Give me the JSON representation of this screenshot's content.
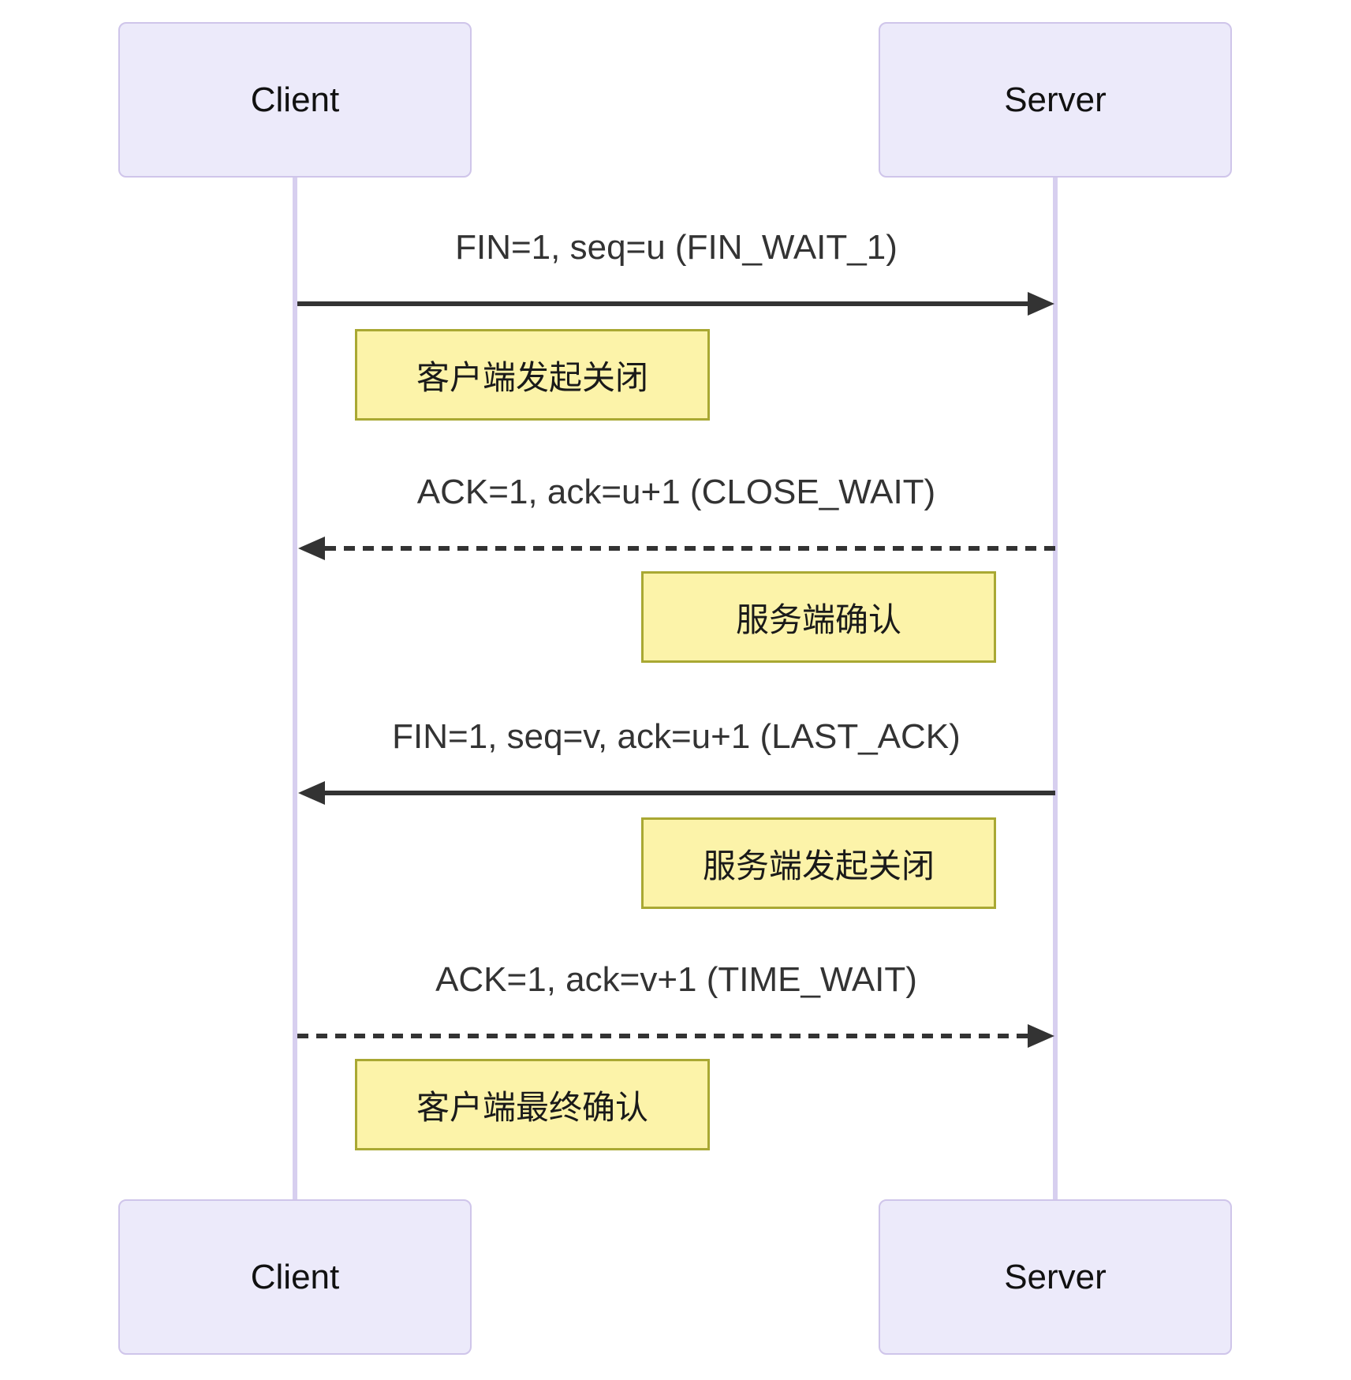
{
  "diagram": {
    "kind": "sequence-diagram",
    "subject": "TCP connection close (four-way handshake) states"
  },
  "actors": {
    "client": {
      "label": "Client"
    },
    "server": {
      "label": "Server"
    }
  },
  "messages": [
    {
      "from": "Client",
      "to": "Server",
      "line": "solid",
      "direction": "right",
      "label": "FIN=1, seq=u (FIN_WAIT_1)"
    },
    {
      "from": "Server",
      "to": "Client",
      "line": "dashed",
      "direction": "left",
      "label": "ACK=1, ack=u+1 (CLOSE_WAIT)"
    },
    {
      "from": "Server",
      "to": "Client",
      "line": "solid",
      "direction": "left",
      "label": "FIN=1, seq=v, ack=u+1 (LAST_ACK)"
    },
    {
      "from": "Client",
      "to": "Server",
      "line": "dashed",
      "direction": "right",
      "label": "ACK=1, ack=v+1 (TIME_WAIT)"
    }
  ],
  "notes": [
    {
      "over": "Client",
      "label": "客户端发起关闭"
    },
    {
      "over": "Server",
      "label": "服务端确认"
    },
    {
      "over": "Server",
      "label": "服务端发起关闭"
    },
    {
      "over": "Client",
      "label": "客户端最终确认"
    }
  ],
  "colors": {
    "background": "#ffffff",
    "actor-fill": "#eceafa",
    "actor-border": "#cfc5ea",
    "lifeline": "#d7cfef",
    "line": "#333333",
    "note-fill": "#fcf3a9",
    "note-border": "#a9a833"
  }
}
